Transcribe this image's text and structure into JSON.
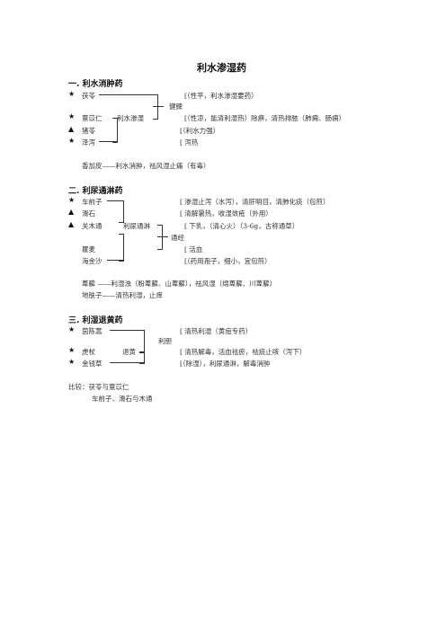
{
  "title": "利水渗湿药",
  "s1": {
    "heading": "一. 利水消肿药",
    "r1": {
      "mark": "★",
      "name": "茯苓",
      "desc": "[（性平，利水渗湿要药）"
    },
    "mid": "健脾",
    "r2": {
      "mark": "★",
      "name": "薏苡仁",
      "group": "利水渗湿",
      "desc": "[（性凉，能清利湿热）除痹，清热排脓（肺痈、肠痈）"
    },
    "r3": {
      "mark": "▲",
      "name": "猪苓",
      "desc": "[（利水力强）"
    },
    "r4": {
      "mark": "★",
      "name": "泽泻",
      "desc": "[ 泻热"
    },
    "note": "香加皮——利水消肿，祛风湿止痛（有毒）"
  },
  "s2": {
    "heading": "二. 利尿通淋药",
    "r1": {
      "mark": "★",
      "name": "车前子",
      "desc": "[ 渗湿止泻（水泻），清肝明目，清肺化痰（包煎）"
    },
    "r2": {
      "mark": "▲",
      "name": "滑石",
      "desc": "[ 清解暑热，收湿敛疮（外用）"
    },
    "r3": {
      "mark": "▲",
      "name": "关木通",
      "group": "利尿通淋",
      "desc": "[ 下乳，（清心火）（3-6g，古称通草）"
    },
    "mid": "通经",
    "r4": {
      "name": "瞿麦",
      "desc": "[ 活血"
    },
    "r5": {
      "name": "海金沙",
      "desc": "[（药用孢子，细小，宜包煎）"
    },
    "note1": "萆薢 ——利湿浊（粉萆薢、山萆薢），祛风湿（绵萆薢、川萆薢）",
    "note2": "地肤子——清热利湿，止痒"
  },
  "s3": {
    "heading": "三. 利湿退黄药",
    "r1": {
      "mark": "★",
      "name": "茵陈蒿",
      "desc": "[ 清热利湿（黄疸专药）"
    },
    "mid": "利胆",
    "r2": {
      "mark": "★",
      "name": "虎杖",
      "group": "退黄",
      "desc": "[ 清热解毒，活血祛瘀，祛痰止咳（泻下）"
    },
    "r3": {
      "mark": "★",
      "name": "金钱草",
      "desc": "[（除湿），利尿通淋，解毒消肿"
    }
  },
  "compare": {
    "line1": "比较：茯苓与薏苡仁",
    "line2": "车前子、滑石与木通"
  }
}
